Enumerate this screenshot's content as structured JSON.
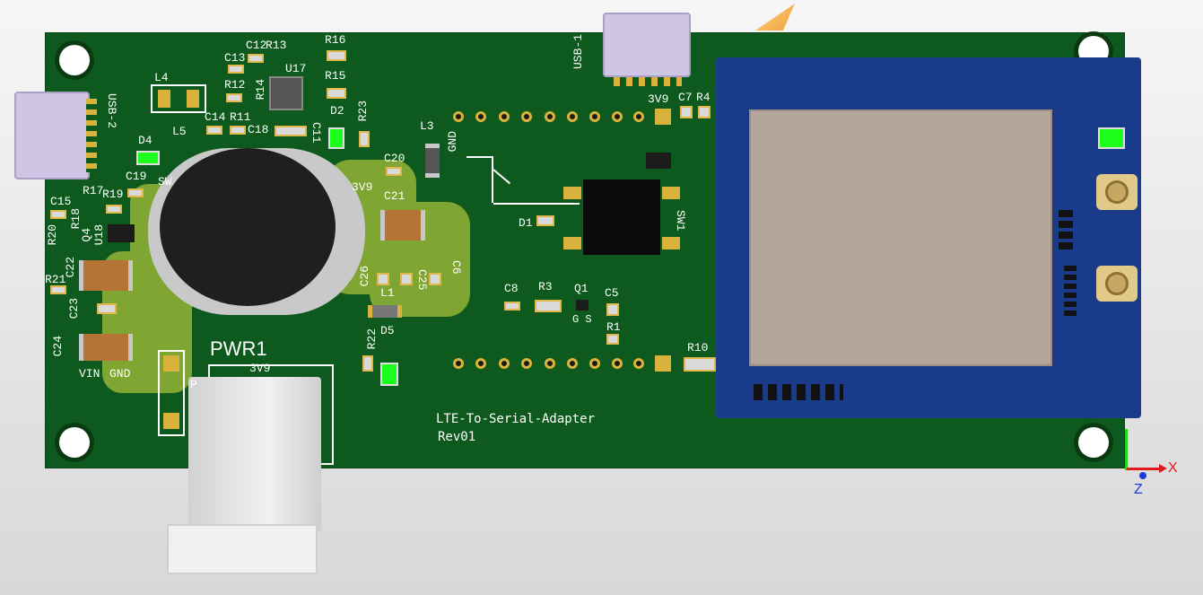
{
  "board": {
    "title": "LTE-To-Serial-Adapter",
    "revision": "Rev01"
  },
  "labels": {
    "usb1": "USB-1",
    "usb2": "USB-2",
    "pwr1": "PWR1",
    "sw1": "SW1",
    "sw": "SW",
    "gnd": "GND",
    "vin": "VIN",
    "v3v9_top": "3V9",
    "v3v9_mid": "3V9",
    "v3v9_pwr": "3V9",
    "gs": "G S",
    "p": "P"
  },
  "refdes": {
    "C12": "C12",
    "R13": "R13",
    "R16": "R16",
    "R15": "R15",
    "C13": "C13",
    "U17": "U17",
    "L4": "L4",
    "R12": "R12",
    "R14": "R14",
    "D2": "D2",
    "R23": "R23",
    "C11": "C11",
    "C14": "C14",
    "R11": "R11",
    "C18": "C18",
    "L5": "L5",
    "L3": "L3",
    "D4": "D4",
    "C19": "C19",
    "C20": "C20",
    "C21": "C21",
    "C15": "C15",
    "R17": "R17",
    "R19": "R19",
    "R18": "R18",
    "R20": "R20",
    "Q4": "Q4",
    "U18": "U18",
    "C22": "C22",
    "R21": "R21",
    "C23": "C23",
    "C24": "C24",
    "C26": "C26",
    "C25": "C25",
    "C6": "C6",
    "L1": "L1",
    "D1": "D1",
    "R22": "R22",
    "D5": "D5",
    "C8": "C8",
    "R3": "R3",
    "Q1": "Q1",
    "C5": "C5",
    "R1": "R1",
    "R10": "R10",
    "C7": "C7",
    "R4": "R4"
  },
  "axis": {
    "x": "X",
    "z": "Z"
  },
  "colors": {
    "pcb": "#0e5a1e",
    "copper": "#7fa533",
    "module": "#1a3a8a",
    "pad": "#d9b23b",
    "led": "#1cff1c"
  }
}
